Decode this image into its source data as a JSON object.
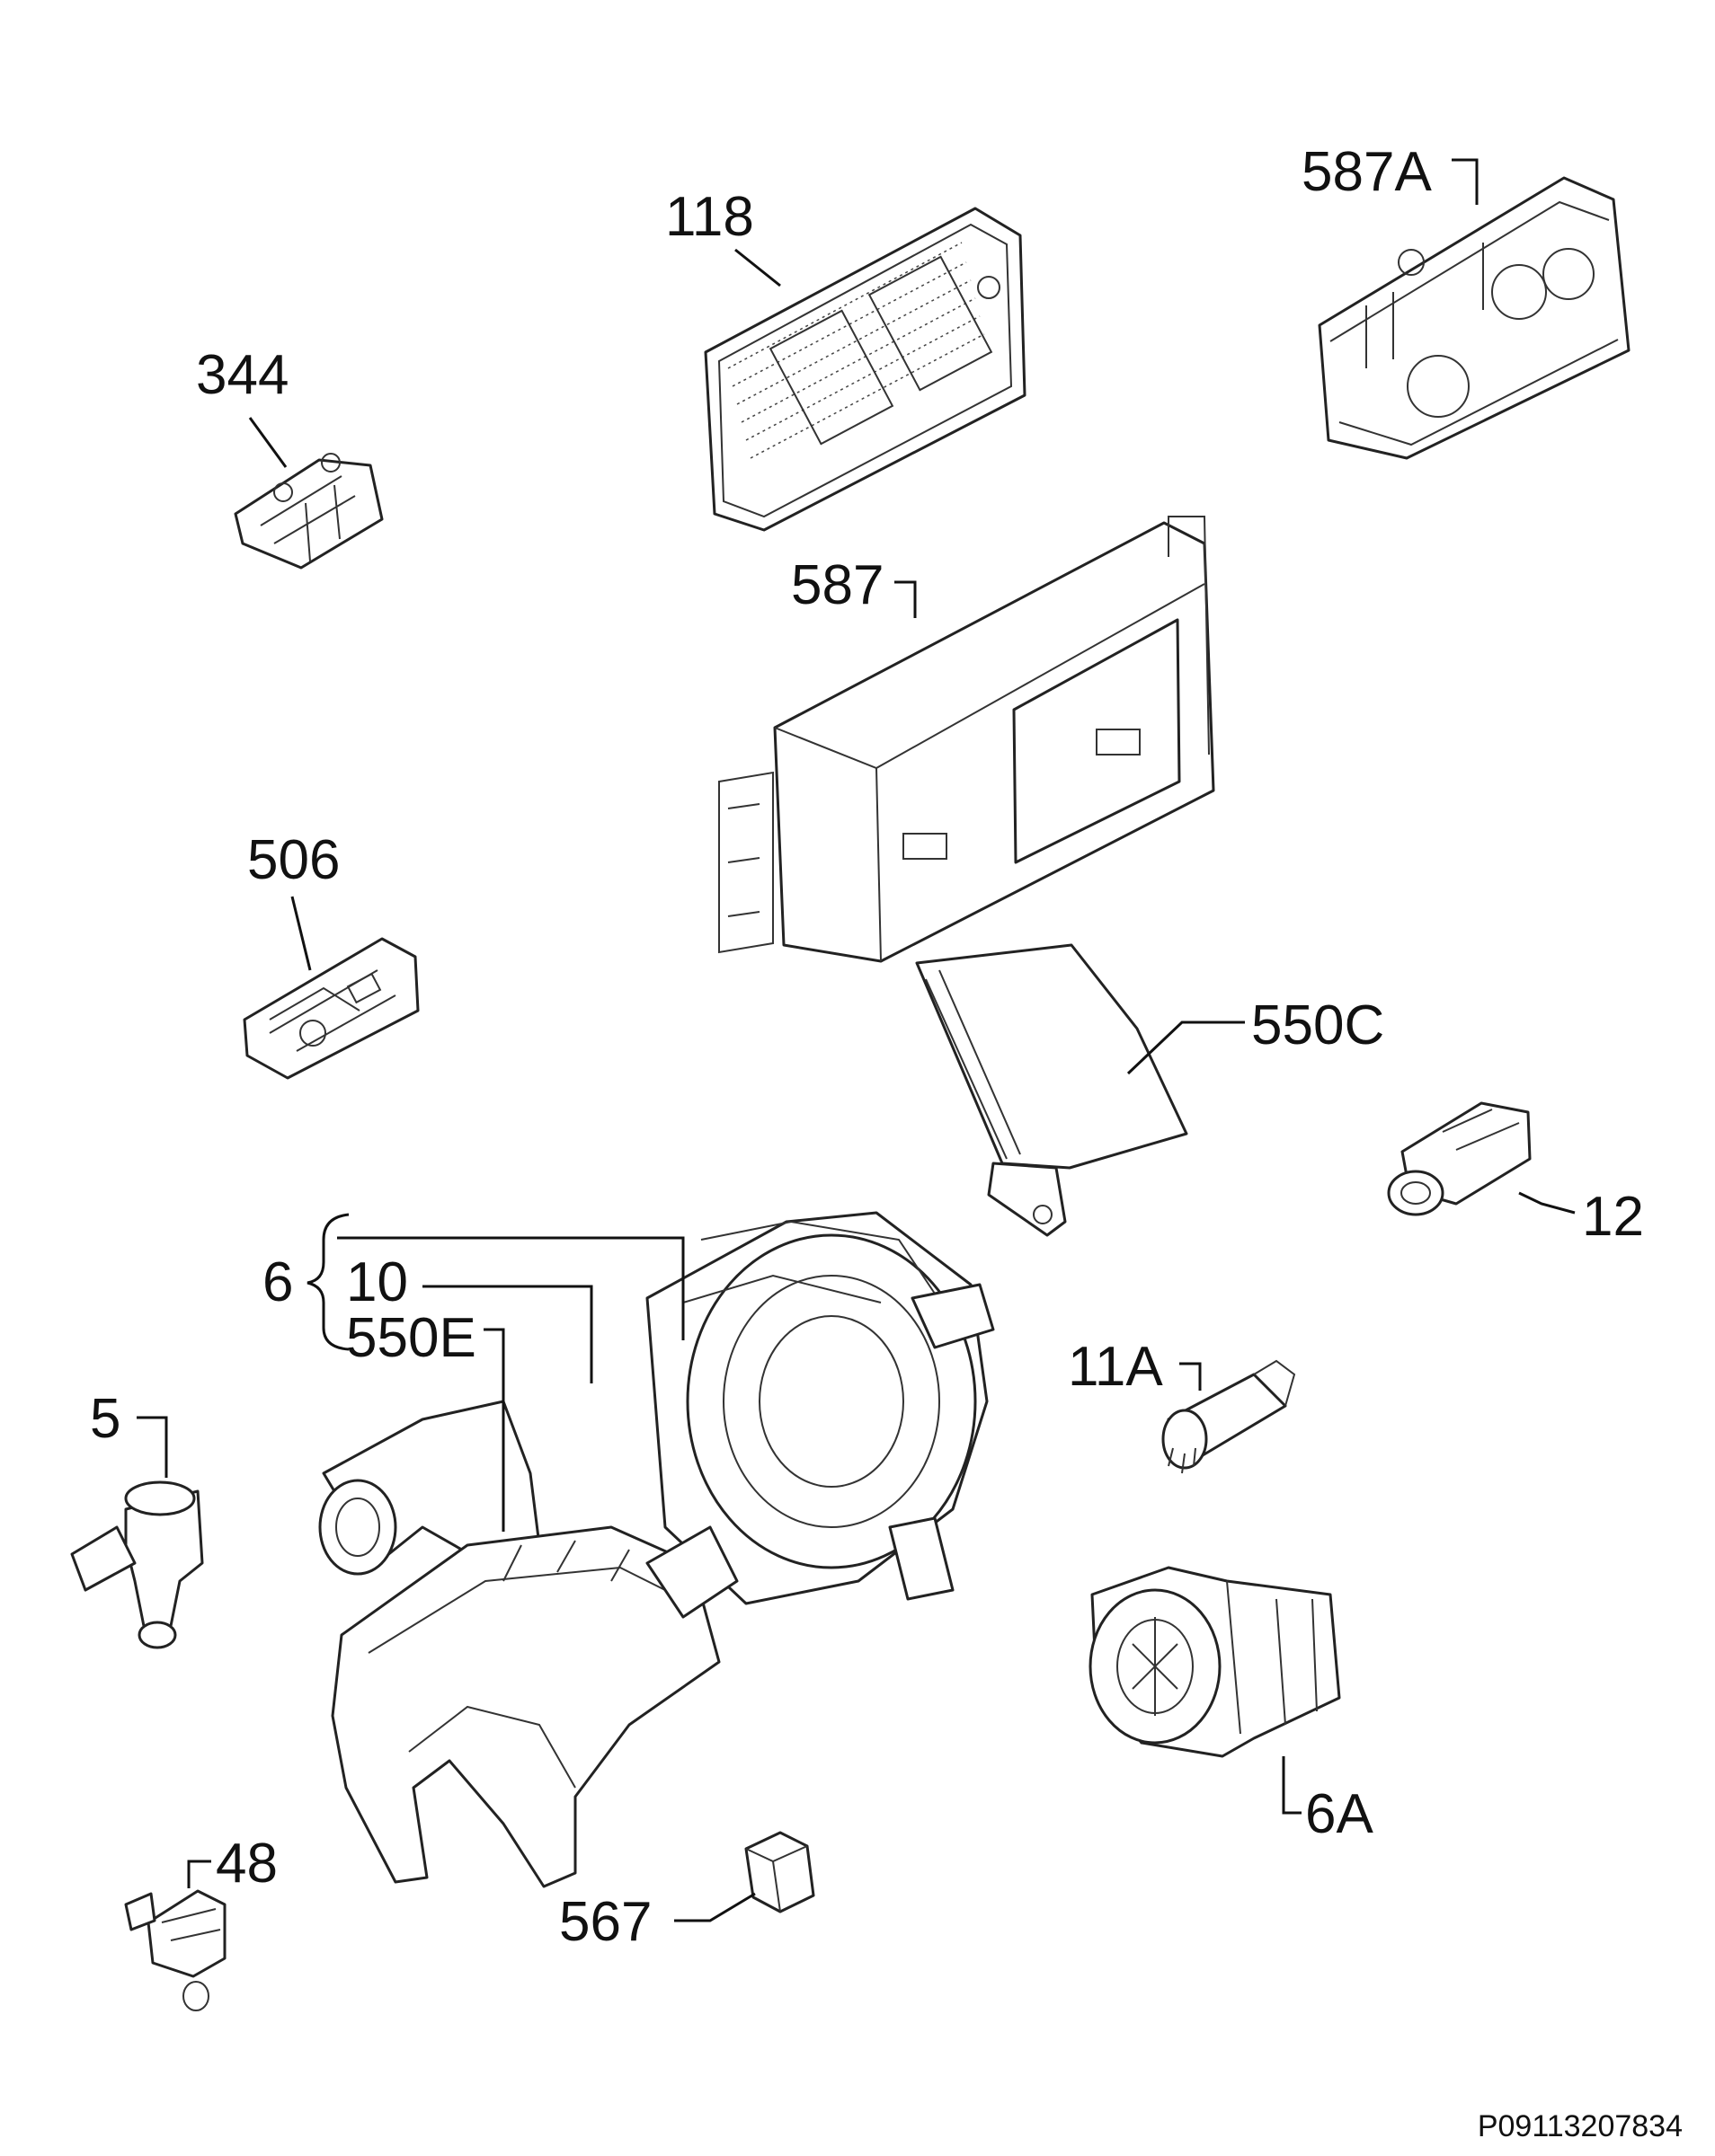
{
  "diagram": {
    "labels": {
      "p118": "118",
      "p587A": "587A",
      "p344": "344",
      "p587": "587",
      "p506": "506",
      "p550C": "550C",
      "p12": "12",
      "p6": "6",
      "p10": "10",
      "p550E": "550E",
      "p5": "5",
      "p11A": "11A",
      "p6A": "6A",
      "p48": "48",
      "p567": "567"
    },
    "drawing_code": "P09113207834"
  }
}
